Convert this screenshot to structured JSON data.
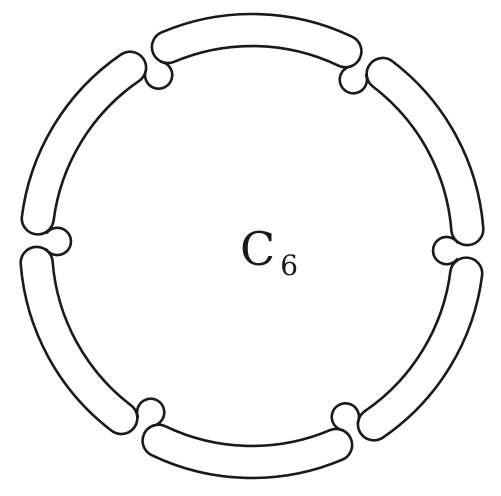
{
  "diagram": {
    "label": "C",
    "subscript": "6",
    "link_count": 6,
    "stroke_color": "#1a1a1a",
    "background_color": "#ffffff"
  }
}
